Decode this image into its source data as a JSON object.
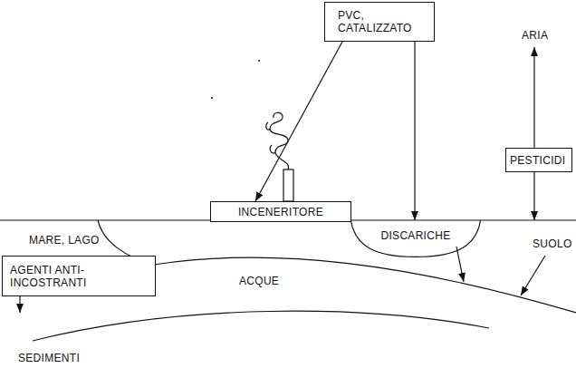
{
  "diagram": {
    "nodes": [
      {
        "text": [
          "PVC, CATALIZZATO"
        ]
      },
      {
        "text": [
          "PESTICIDI"
        ]
      },
      {
        "text": [
          "INCENERITORE"
        ]
      },
      {
        "text": [
          "DISCARICHE"
        ]
      },
      {
        "text": [
          "AGENTI ANTI- INCOSTRANTI"
        ]
      }
    ],
    "edges": [
      {
        "from": 0,
        "to": 2,
        "arrow": "to"
      },
      {
        "from": 0,
        "to": 3,
        "arrow": "to"
      }
    ],
    "labels": [
      "ARIA",
      "MARE, LAGO",
      "SUOLO",
      "ACQUE",
      "SEDIMENTI"
    ]
  }
}
